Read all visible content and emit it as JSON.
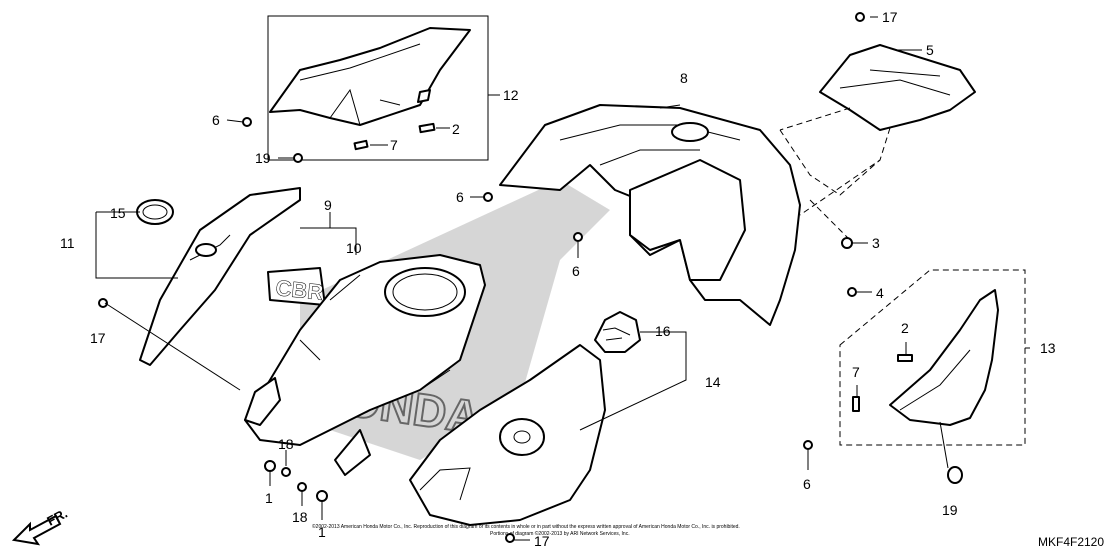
{
  "callouts": {
    "c1a": "1",
    "c1b": "1",
    "c2a": "2",
    "c2b": "2",
    "c3": "3",
    "c4": "4",
    "c5": "5",
    "c6a": "6",
    "c6b": "6",
    "c6c": "6",
    "c6d": "6",
    "c7a": "7",
    "c7b": "7",
    "c8": "8",
    "c9": "9",
    "c10": "10",
    "c11": "11",
    "c12": "12",
    "c13": "13",
    "c14": "14",
    "c15": "15",
    "c16": "16",
    "c17a": "17",
    "c17b": "17",
    "c17c": "17",
    "c18a": "18",
    "c18b": "18",
    "c19a": "19",
    "c19b": "19"
  },
  "diagram_code": "MKF4F2120",
  "direction_label": "FR.",
  "copyright_line1": "©2002-2013 American Honda Motor Co., Inc. Reproduction of this diagram or its contents in whole or in part without the express written approval of American Honda Motor Co., Inc. is prohibited.",
  "copyright_line2": "Portions of diagram ©2002-2013 by ARI Network Services, Inc.",
  "decal_text": "CBR",
  "tank_side_text": "HONDA",
  "icons": {
    "direction_arrow": "arrow-front-icon",
    "emblem": "honda-wing-emblem-icon"
  }
}
